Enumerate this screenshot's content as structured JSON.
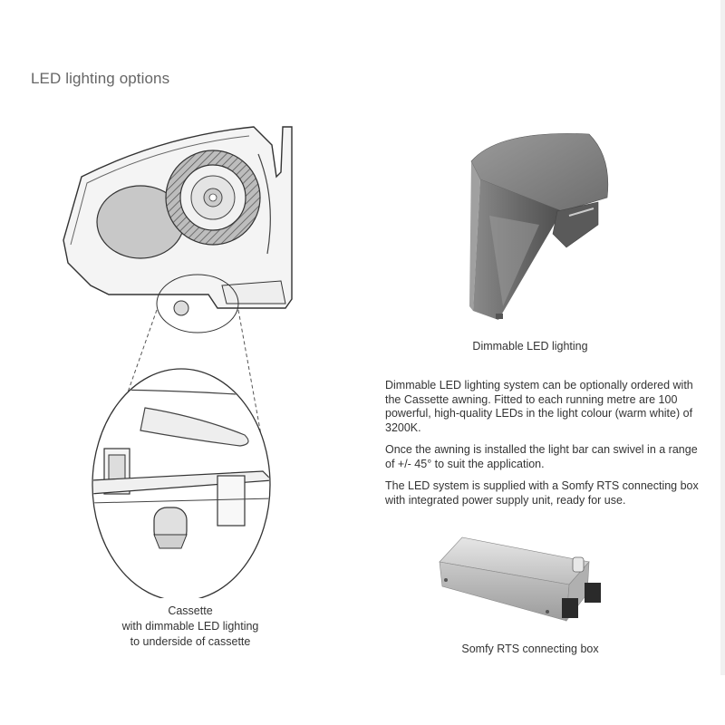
{
  "page": {
    "title": "LED lighting options"
  },
  "left_figure": {
    "caption_lines": [
      "Cassette",
      "with dimmable LED lighting",
      "to underside of cassette"
    ]
  },
  "light_figure": {
    "caption": "Dimmable LED lighting"
  },
  "description": {
    "paragraphs": [
      "Dimmable LED lighting system can be optionally ordered with the Cassette awning. Fitted to each running metre are 100 powerful, high-quality LEDs in the light colour (warm white) of 3200K.",
      "Once the awning is installed the light bar can swivel in a range of +/- 45° to suit the application.",
      "The LED system is supplied with a Somfy RTS connecting box with integrated power supply unit, ready for use."
    ]
  },
  "box_figure": {
    "caption": "Somfy RTS connecting box"
  }
}
